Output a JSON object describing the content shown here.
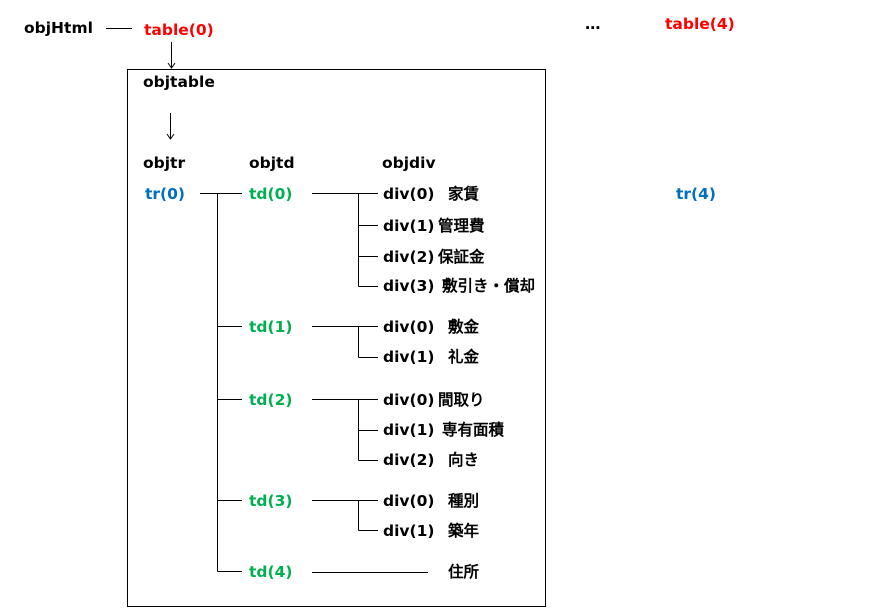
{
  "header": {
    "root": "objHtml",
    "table_first": "table(0)",
    "ellipsis": "…",
    "table_last": "table(4)"
  },
  "box": {
    "title": "objtable",
    "col_tr": "objtr",
    "col_td": "objtd",
    "col_div": "objdiv"
  },
  "tr_first": "tr(0)",
  "tr_last": "tr(4)",
  "tds": [
    {
      "label": "td(0)",
      "divs": [
        {
          "idx": "div(0)",
          "name": "家賃"
        },
        {
          "idx": "div(1)",
          "name": "管理費"
        },
        {
          "idx": "div(2)",
          "name": "保証金"
        },
        {
          "idx": "div(3)",
          "name": "敷引き・償却"
        }
      ]
    },
    {
      "label": "td(1)",
      "divs": [
        {
          "idx": "div(0)",
          "name": "敷金"
        },
        {
          "idx": "div(1)",
          "name": "礼金"
        }
      ]
    },
    {
      "label": "td(2)",
      "divs": [
        {
          "idx": "div(0)",
          "name": "間取り"
        },
        {
          "idx": "div(1)",
          "name": "専有面積"
        },
        {
          "idx": "div(2)",
          "name": "向き"
        }
      ]
    },
    {
      "label": "td(3)",
      "divs": [
        {
          "idx": "div(0)",
          "name": "種別"
        },
        {
          "idx": "div(1)",
          "name": "築年"
        }
      ]
    },
    {
      "label": "td(4)",
      "divs": [
        {
          "idx": "",
          "name": "住所"
        }
      ]
    }
  ],
  "colors": {
    "table": "#ff0000",
    "tr": "#0070c0",
    "td": "#00b050"
  }
}
